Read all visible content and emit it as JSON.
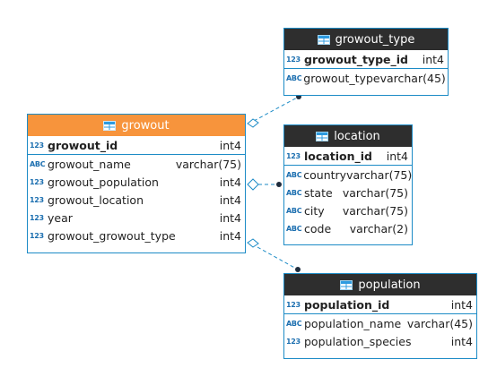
{
  "entities": {
    "growout": {
      "title": "growout",
      "icon": "table-icon",
      "pk": [
        {
          "icon": "123",
          "name": "growout_id",
          "type": "int4"
        }
      ],
      "columns": [
        {
          "icon": "ABC",
          "name": "growout_name",
          "type": "varchar(75)"
        },
        {
          "icon": "123",
          "name": "growout_population",
          "type": "int4"
        },
        {
          "icon": "123",
          "name": "growout_location",
          "type": "int4"
        },
        {
          "icon": "123",
          "name": "year",
          "type": "int4"
        },
        {
          "icon": "123",
          "name": "growout_growout_type",
          "type": "int4"
        }
      ]
    },
    "growout_type": {
      "title": "growout_type",
      "icon": "table-icon",
      "pk": [
        {
          "icon": "123",
          "name": "growout_type_id",
          "type": "int4"
        }
      ],
      "columns": [
        {
          "icon": "ABC",
          "name": "growout_type",
          "type": "varchar(45)"
        }
      ]
    },
    "location": {
      "title": "location",
      "icon": "table-icon",
      "pk": [
        {
          "icon": "123",
          "name": "location_id",
          "type": "int4"
        }
      ],
      "columns": [
        {
          "icon": "ABC",
          "name": "country",
          "type": "varchar(75)"
        },
        {
          "icon": "ABC",
          "name": "state",
          "type": "varchar(75)"
        },
        {
          "icon": "ABC",
          "name": "city",
          "type": "varchar(75)"
        },
        {
          "icon": "ABC",
          "name": "code",
          "type": "varchar(2)"
        }
      ]
    },
    "population": {
      "title": "population",
      "icon": "table-icon",
      "pk": [
        {
          "icon": "123",
          "name": "population_id",
          "type": "int4"
        }
      ],
      "columns": [
        {
          "icon": "ABC",
          "name": "population_name",
          "type": "varchar(45)"
        },
        {
          "icon": "123",
          "name": "population_species",
          "type": "int4"
        }
      ]
    }
  },
  "relationships": [
    {
      "from": "growout",
      "to": "growout_type"
    },
    {
      "from": "growout",
      "to": "location"
    },
    {
      "from": "growout",
      "to": "population"
    }
  ],
  "colors": {
    "border": "#1c8bc6",
    "header": "#2e2e2e",
    "selected_header": "#f7943c",
    "type_icon": "#1c6fb0"
  }
}
